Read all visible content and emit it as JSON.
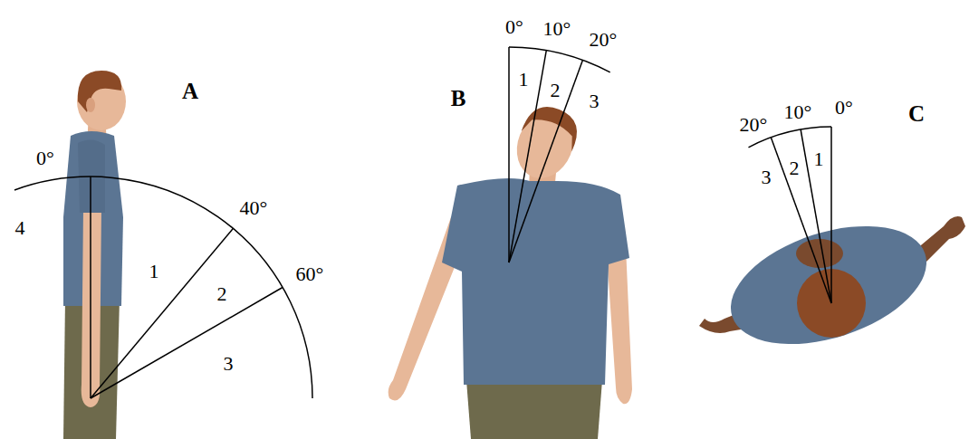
{
  "diagram": {
    "labels": [
      "A",
      "0°",
      "40°",
      "60°",
      "4",
      "1",
      "2",
      "3",
      "B",
      "0°",
      "10°",
      "20°",
      "1",
      "2",
      "3",
      "C",
      "20°",
      "10°",
      "0°",
      "3",
      "2",
      "1"
    ]
  }
}
